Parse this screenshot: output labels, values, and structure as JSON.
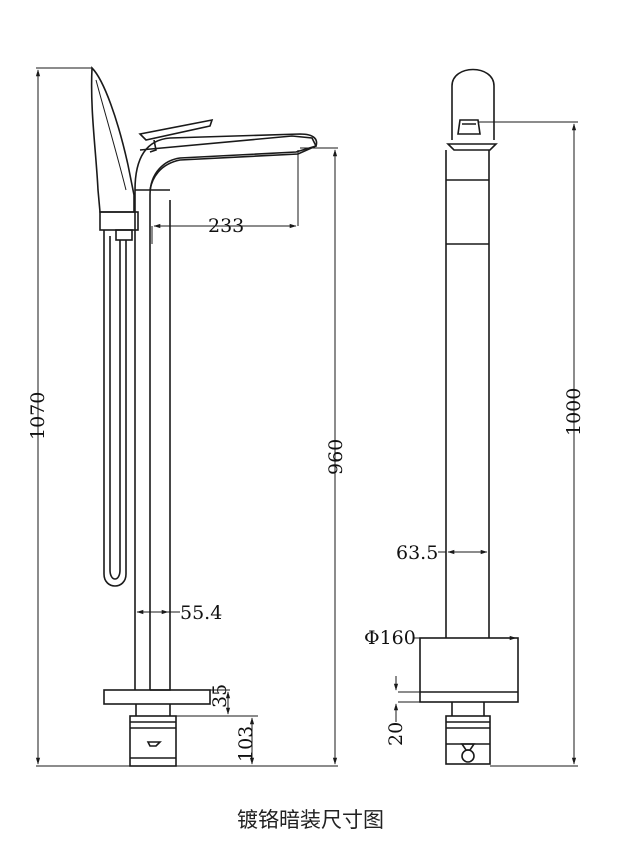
{
  "colors": {
    "line": "#1a1a1a",
    "background": "#ffffff"
  },
  "side_view": {
    "total_height": "1070",
    "spout_height": "960",
    "spout_reach": "233",
    "pipe_diameter": "55.4",
    "base_thickness": "35",
    "base_below_floor": "103"
  },
  "front_view": {
    "height": "1000",
    "pipe_diameter": "63.5",
    "base_diameter": "Φ160",
    "base_gap": "20"
  },
  "caption": "镀铬暗装尺寸图"
}
